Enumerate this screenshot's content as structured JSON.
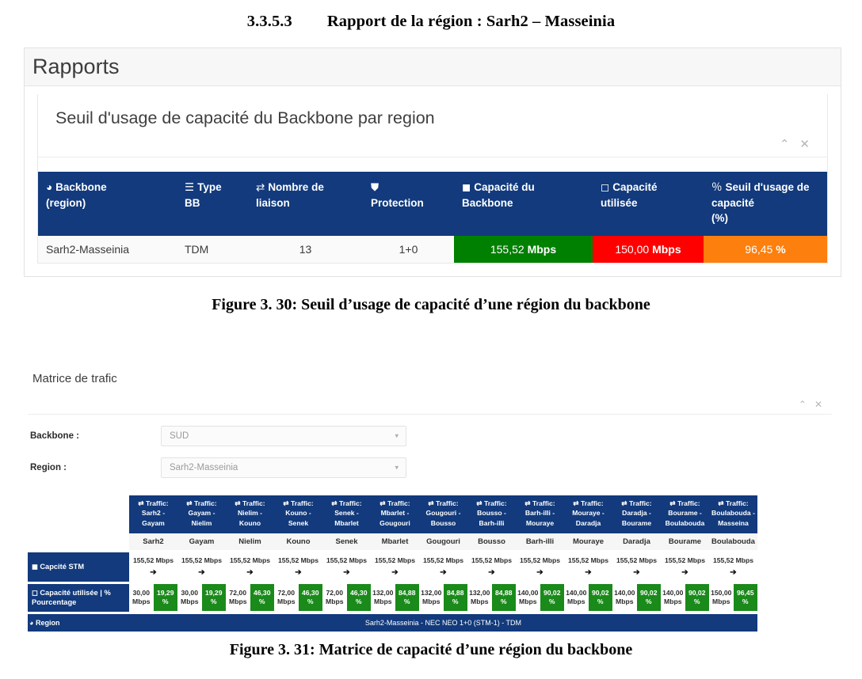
{
  "document": {
    "section_number": "3.3.5.3",
    "section_title": "Rapport de la région : Sarh2 – Masseinia",
    "caption_30": "Figure 3. 30: Seuil d’usage de capacité d’une région du backbone",
    "caption_31": "Figure 3. 31: Matrice de capacité d’une région du backbone"
  },
  "app": {
    "page_title": "Rapports",
    "panel_title": "Seuil d'usage de capacité du Backbone par region",
    "tools": {
      "collapse_icon": "collapse-chevron-icon",
      "collapse_glyph": "⌃",
      "close_icon": "close-icon",
      "close_glyph": "✕"
    }
  },
  "threshold_table": {
    "headers": [
      {
        "icon": "globe-icon",
        "glyph": "◕",
        "line1": "Backbone",
        "line2": "(region)"
      },
      {
        "icon": "list-icon",
        "glyph": "☰",
        "line1": "Type",
        "line2": "BB"
      },
      {
        "icon": "exchange-icon",
        "glyph": "⇄",
        "line1": "Nombre de",
        "line2": "liaison"
      },
      {
        "icon": "shield-icon",
        "glyph": "⛊",
        "line1": "",
        "line2": "Protection"
      },
      {
        "icon": "square-filled-icon",
        "glyph": "◼",
        "line1": "Capacité du",
        "line2": "Backbone"
      },
      {
        "icon": "square-outline-icon",
        "glyph": "◻",
        "line1": "Capacité",
        "line2": "utilisée"
      },
      {
        "icon": "percent-icon",
        "glyph": "％",
        "line1": "Seuil d'usage de capacité",
        "line2": "(%)"
      }
    ],
    "row": {
      "backbone_region": "Sarh2-Masseinia",
      "type_bb": "TDM",
      "nombre_liaison": "13",
      "protection": "1+0",
      "capacite_backbone_value": "155,52",
      "capacite_backbone_unit": "Mbps",
      "capacite_utilisee_value": "150,00",
      "capacite_utilisee_unit": "Mbps",
      "seuil_value": "96,45",
      "seuil_unit": "%"
    },
    "colors": {
      "header_bg": "#123a7c",
      "capacity_green": "#008000",
      "used_red": "#fe0000",
      "threshold_orange": "#fd7f0d"
    }
  },
  "matrix": {
    "title": "Matrice de trafic",
    "fields": [
      {
        "label": "Backbone :",
        "value": "SUD"
      },
      {
        "label": "Region :",
        "value": "Sarh2-Masseinia"
      }
    ],
    "row_labels": {
      "stm": {
        "icon": "square-filled-icon",
        "glyph": "◼",
        "text": "Capcité STM"
      },
      "used": {
        "icon": "square-outline-icon",
        "glyph": "◻",
        "line1": "Capacité utilisée | %",
        "line2": "Pourcentage"
      },
      "region": {
        "icon": "globe-icon",
        "glyph": "◕",
        "text": "Region"
      }
    },
    "region_footer": "Sarh2-Masseinia - NEC NEO 1+0 (STM-1) - TDM",
    "columns": [
      {
        "traffic_label": "Traffic:",
        "link": "Sarh2 - Gayam",
        "link_a": "Sarh2 -",
        "link_b": "Gayam",
        "site": "Sarh2",
        "stm": "155,52 Mbps",
        "used_mbps": "30,00",
        "used_unit": "Mbps",
        "pct": "19,29",
        "pct_unit": "%"
      },
      {
        "traffic_label": "Traffic:",
        "link": "Gayam - Nielim",
        "link_a": "Gayam -",
        "link_b": "Nielim",
        "site": "Gayam",
        "stm": "155,52 Mbps",
        "used_mbps": "30,00",
        "used_unit": "Mbps",
        "pct": "19,29",
        "pct_unit": "%"
      },
      {
        "traffic_label": "Traffic:",
        "link": "Nielim - Kouno",
        "link_a": "Nielim -",
        "link_b": "Kouno",
        "site": "Nielim",
        "stm": "155,52 Mbps",
        "used_mbps": "72,00",
        "used_unit": "Mbps",
        "pct": "46,30",
        "pct_unit": "%"
      },
      {
        "traffic_label": "Traffic:",
        "link": "Kouno - Senek",
        "link_a": "Kouno -",
        "link_b": "Senek",
        "site": "Kouno",
        "stm": "155,52 Mbps",
        "used_mbps": "72,00",
        "used_unit": "Mbps",
        "pct": "46,30",
        "pct_unit": "%"
      },
      {
        "traffic_label": "Traffic:",
        "link": "Senek - Mbarlet",
        "link_a": "Senek -",
        "link_b": "Mbarlet",
        "site": "Senek",
        "stm": "155,52 Mbps",
        "used_mbps": "72,00",
        "used_unit": "Mbps",
        "pct": "46,30",
        "pct_unit": "%"
      },
      {
        "traffic_label": "Traffic:",
        "link": "Mbarlet - Gougouri",
        "link_a": "Mbarlet -",
        "link_b": "Gougouri",
        "site": "Mbarlet",
        "stm": "155,52 Mbps",
        "used_mbps": "132,00",
        "used_unit": "Mbps",
        "pct": "84,88",
        "pct_unit": "%"
      },
      {
        "traffic_label": "Traffic:",
        "link": "Gougouri - Bousso",
        "link_a": "Gougouri -",
        "link_b": "Bousso",
        "site": "Gougouri",
        "stm": "155,52 Mbps",
        "used_mbps": "132,00",
        "used_unit": "Mbps",
        "pct": "84,88",
        "pct_unit": "%"
      },
      {
        "traffic_label": "Traffic:",
        "link": "Bousso - Barh-illi",
        "link_a": "Bousso -",
        "link_b": "Barh-illi",
        "site": "Bousso",
        "stm": "155,52 Mbps",
        "used_mbps": "132,00",
        "used_unit": "Mbps",
        "pct": "84,88",
        "pct_unit": "%"
      },
      {
        "traffic_label": "Traffic:",
        "link": "Barh-illi - Mouraye",
        "link_a": "Barh-illi -",
        "link_b": "Mouraye",
        "site": "Barh-illi",
        "stm": "155,52 Mbps",
        "used_mbps": "140,00",
        "used_unit": "Mbps",
        "pct": "90,02",
        "pct_unit": "%"
      },
      {
        "traffic_label": "Traffic:",
        "link": "Mouraye - Daradja",
        "link_a": "Mouraye -",
        "link_b": "Daradja",
        "site": "Mouraye",
        "stm": "155,52 Mbps",
        "used_mbps": "140,00",
        "used_unit": "Mbps",
        "pct": "90,02",
        "pct_unit": "%"
      },
      {
        "traffic_label": "Traffic:",
        "link": "Daradja - Bourame",
        "link_a": "Daradja -",
        "link_b": "Bourame",
        "site": "Daradja",
        "stm": "155,52 Mbps",
        "used_mbps": "140,00",
        "used_unit": "Mbps",
        "pct": "90,02",
        "pct_unit": "%"
      },
      {
        "traffic_label": "Traffic:",
        "link": "Bourame - Boulabouda",
        "link_a": "Bourame -",
        "link_b": "Boulabouda",
        "site": "Bourame",
        "stm": "155,52 Mbps",
        "used_mbps": "140,00",
        "used_unit": "Mbps",
        "pct": "90,02",
        "pct_unit": "%"
      },
      {
        "traffic_label": "Traffic:",
        "link": "Boulabouda - Masseina",
        "link_a": "Boulabouda -",
        "link_b": "Masseina",
        "site": "Boulabouda",
        "stm": "155,52 Mbps",
        "used_mbps": "150,00",
        "used_unit": "Mbps",
        "pct": "96,45",
        "pct_unit": "%"
      }
    ],
    "colors": {
      "header_bg": "#123a7c",
      "pct_green": "#1a8a1a"
    }
  }
}
